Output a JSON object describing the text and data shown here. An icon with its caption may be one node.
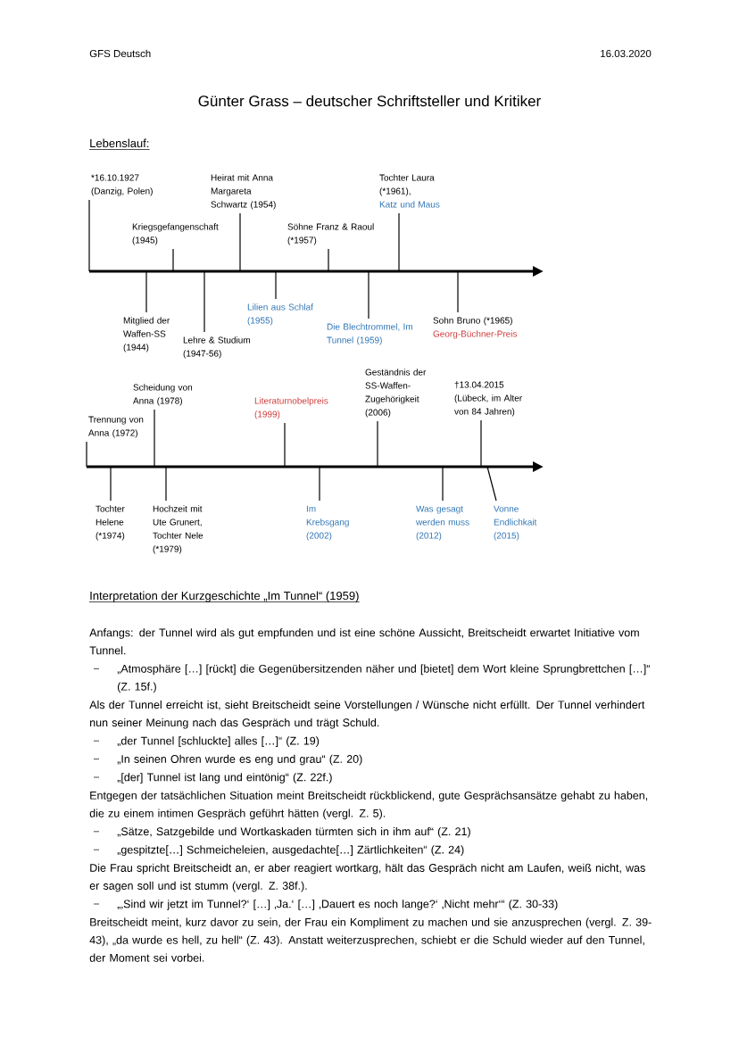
{
  "diagram": {
    "title": "Günter Grass – deutscher Schriftsteller und Kritiker",
    "nodes": [
      {
        "text": [
          "*16.10.1927 (Danzig, Polen)"
        ]
      },
      {
        "text": [
          "Mitglied der Waffen-SS (1944)"
        ]
      },
      {
        "text": [
          "Kriegsgefangenschaft (1945)"
        ]
      },
      {
        "text": [
          "Lehre & Studium (1947-56)"
        ]
      },
      {
        "text": [
          "Heirat mit Anna Margareta Schwartz (1954)"
        ]
      },
      {
        "text": [
          "Lilien aus Schlaf (1955)"
        ]
      },
      {
        "text": [
          "Söhne Franz & Raoul (*1957)"
        ]
      },
      {
        "text": [
          "Die Blechtrommel, Im Tunnel (1959)"
        ]
      },
      {
        "text": [
          "Tochter Laura (*1961),",
          "Katz und Maus"
        ]
      },
      {
        "text": [
          "Sohn Bruno (*1965)",
          "Georg-Büchner-Preis"
        ]
      },
      {
        "text": [
          "Trennung von Anna (1972)"
        ]
      },
      {
        "text": [
          "Tochter Helene (*1974)"
        ]
      },
      {
        "text": [
          "Scheidung von Anna (1978)"
        ]
      },
      {
        "text": [
          "Hochzeit mit Ute Grunert, Tochter Nele (*1979)"
        ]
      },
      {
        "text": [
          "Literaturnobelpreis (1999)"
        ]
      },
      {
        "text": [
          "Im Krebsgang (2002)"
        ]
      },
      {
        "text": [
          "Geständnis der SS-Waffen-Zugehörigkeit (2006)"
        ]
      },
      {
        "text": [
          "Was gesagt werden muss (2012)"
        ]
      },
      {
        "text": [
          "†13.04.2015 (Lübeck, im Alter von 84 Jahren)"
        ]
      },
      {
        "text": [
          "Vonne Endlichkait (2015)"
        ]
      }
    ],
    "edges": [
      {
        "from": 0,
        "to": null,
        "arrow": "none"
      },
      {
        "from": 1,
        "to": null,
        "arrow": "none"
      },
      {
        "from": 2,
        "to": null,
        "arrow": "none"
      },
      {
        "from": 3,
        "to": null,
        "arrow": "none"
      },
      {
        "from": 4,
        "to": null,
        "arrow": "none"
      },
      {
        "from": 5,
        "to": null,
        "arrow": "none"
      },
      {
        "from": 6,
        "to": null,
        "arrow": "none"
      },
      {
        "from": 7,
        "to": null,
        "arrow": "none"
      },
      {
        "from": 8,
        "to": null,
        "arrow": "none"
      },
      {
        "from": 9,
        "to": null,
        "arrow": "none"
      },
      {
        "from": 10,
        "to": null,
        "arrow": "none"
      },
      {
        "from": 11,
        "to": null,
        "arrow": "none"
      },
      {
        "from": 12,
        "to": null,
        "arrow": "none"
      },
      {
        "from": 13,
        "to": null,
        "arrow": "none"
      },
      {
        "from": 14,
        "to": null,
        "arrow": "none"
      },
      {
        "from": 15,
        "to": null,
        "arrow": "none"
      },
      {
        "from": 16,
        "to": null,
        "arrow": "none"
      },
      {
        "from": 17,
        "to": null,
        "arrow": "none"
      },
      {
        "from": 18,
        "to": null,
        "arrow": "none"
      },
      {
        "from": 19,
        "to": null,
        "arrow": "none"
      }
    ],
    "labels": [
      "GFS Deutsch",
      "16.03.2020",
      "Lebenslauf:",
      "Interpretation der Kurzgeschichte „Im Tunnel“ (1959)",
      "Anfangs: der Tunnel wird als gut empfunden und ist eine schöne Aussicht, Breitscheidt erwartet Initiative vom Tunnel.",
      "„Atmosphäre […] [rückt] die Gegenübersitzenden näher und [bietet] dem Wort kleine Sprungbrettchen […]“ (Z. 15f.)",
      "Als der Tunnel erreicht ist, sieht Breitscheidt seine Vorstellungen / Wünsche nicht erfüllt. Der Tunnel verhindert nun seiner Meinung nach das Gespräch und trägt Schuld.",
      "„der Tunnel [schluckte] alles […]“ (Z. 19)",
      "„In seinen Ohren wurde es eng und grau“ (Z. 20)",
      "„[der] Tunnel ist lang und eintönig“ (Z. 22f.)",
      "Entgegen der tatsächlichen Situation meint Breitscheidt rückblickend, gute Gesprächsansätze gehabt zu haben, die zu einem intimen Gespräch geführt hätten (vergl. Z. 5).",
      "„Sätze, Satzgebilde und Wortkaskaden türmten sich in ihm auf“ (Z. 21)",
      "„gespitzte[…] Schmeicheleien, ausgedachte[…] Zärtlichkeiten“ (Z. 24)",
      "Die Frau spricht Breitscheidt an, er aber reagiert wortkarg, hält das Gespräch nicht am Laufen, weiß nicht, was er sagen soll und ist stumm (vergl. Z. 38f.).",
      "„‚Sind wir jetzt im Tunnel?‘ […] ‚Ja.‘ […] ‚Dauert es noch lange?‘ ‚Nicht mehr‘“ (Z. 30-33)",
      "Breitscheidt meint, kurz davor zu sein, der Frau ein Kompliment zu machen und sie anzusprechen (vergl. Z. 39-43), „da wurde es hell, zu hell“ (Z. 43). Anstatt weiterzusprechen, schiebt er die Schuld wieder auf den Tunnel, der Moment sei vorbei."
    ]
  }
}
